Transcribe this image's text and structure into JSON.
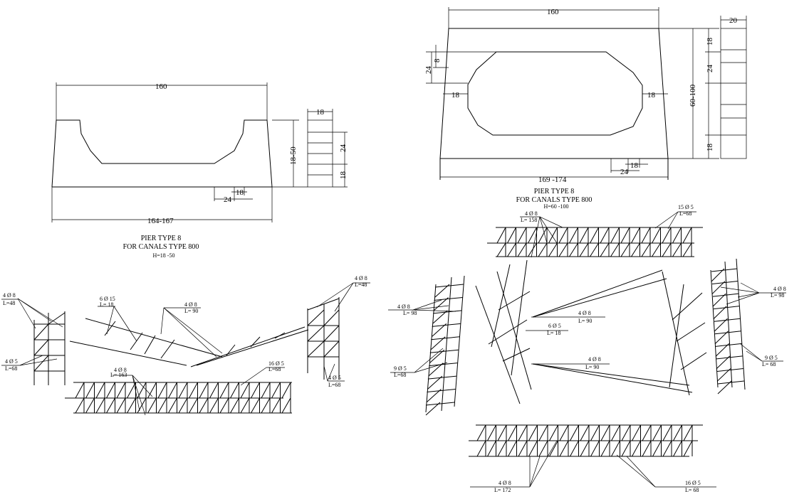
{
  "left_section": {
    "dim_top": "160",
    "dim_bottom": "164-167",
    "dim_height": "18-50",
    "dim_flange": "18",
    "dim_side_a": "24",
    "dim_side_b": "18",
    "dim_base_a": "18",
    "dim_base_b": "24",
    "title_line1": "PIER TYPE 8",
    "title_line2": "FOR CANALS TYPE 800",
    "title_line3": "H=18 -50"
  },
  "right_section": {
    "dim_top": "160",
    "dim_right_top": "20",
    "dim_bottom": "169 -174",
    "dim_height": "60-100",
    "dim_left_a": "24",
    "dim_left_b": "8",
    "dim_inner_left": "18",
    "dim_inner_right": "18",
    "dim_side_a": "18",
    "dim_side_b": "24",
    "dim_side_c": "18",
    "dim_base_a": "18",
    "dim_base_b": "24",
    "title_line1": "PIER TYPE 8",
    "title_line2": "FOR CANALS TYPE 800",
    "title_line3": "H=60 -100"
  },
  "left_rebar": {
    "a_top": "4 Ø 8",
    "a_bot": "L=48",
    "b_top": "4 Ø 5",
    "b_bot": "L=68",
    "c_top": "6 Ø 15",
    "c_bot": "L= 18",
    "d_top": "4 Ø 8",
    "d_bot": "L= 90",
    "e_top": "4 Ø 8",
    "e_bot": "L=48",
    "f_top": "4 Ø 8",
    "f_bot": "L= 163",
    "g_top": "16 Ø 5",
    "g_bot": "L=68",
    "h_top": "4 Ø 5",
    "h_bot": "L=68"
  },
  "right_rebar": {
    "a_top": "4 Ø 8",
    "a_bot": "L= 158",
    "b_top": "15 Ø 5",
    "b_bot": "L=68",
    "c_top": "4 Ø 8",
    "c_bot": "L= 98",
    "d_top": "4 Ø 8",
    "d_bot": "L= 98",
    "e_top": "4 Ø 8",
    "e_bot": "L= 90",
    "f_top": "6 Ø 5",
    "f_bot": "L= 18",
    "g_top": "4 Ø 8",
    "g_bot": "L= 90",
    "h_top": "9 Ø 5",
    "h_bot": "L=68",
    "i_top": "9 Ø 5",
    "i_bot": "L= 68",
    "j_top": "4 Ø 8",
    "j_bot": "L= 172",
    "k_top": "16 Ø 5",
    "k_bot": "L= 68"
  }
}
